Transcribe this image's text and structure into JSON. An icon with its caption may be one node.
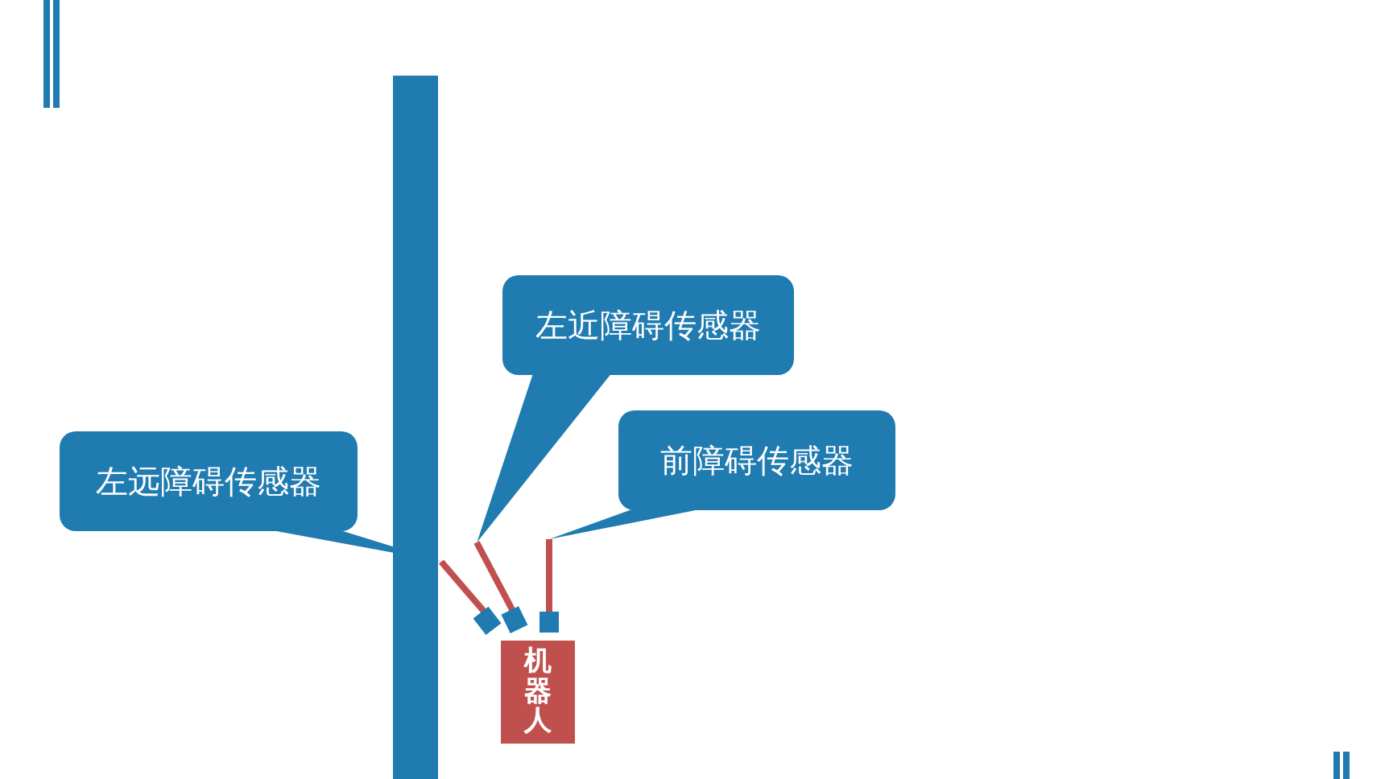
{
  "diagram": {
    "nodes": [
      {
        "text": [],
        "shape": "bar"
      },
      {
        "text": [
          "左近障碍传感器"
        ]
      },
      {
        "text": [
          "左远障碍传感器"
        ]
      },
      {
        "text": [
          "前障碍传感器"
        ]
      },
      {
        "text": [],
        "shape": "picture"
      },
      {
        "text": [],
        "shape": "picture"
      },
      {
        "text": [],
        "shape": "picture"
      },
      {
        "text": [
          "机器人"
        ]
      }
    ],
    "edges": [
      {
        "from": 1,
        "to": 5,
        "arrow": "none"
      },
      {
        "from": 2,
        "to": 4,
        "arrow": "none"
      },
      {
        "from": 3,
        "to": 6,
        "arrow": "none"
      }
    ]
  }
}
